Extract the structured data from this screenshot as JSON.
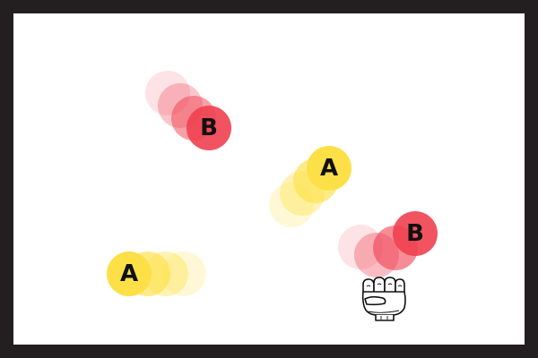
{
  "colors": {
    "frame": "#231f20",
    "field": "#ffffff",
    "team_a": "#fde047",
    "team_b": "#ef4050"
  },
  "balls": [
    {
      "id": "ball-b-top-left",
      "label": "B",
      "team": "b"
    },
    {
      "id": "ball-a-center",
      "label": "A",
      "team": "a"
    },
    {
      "id": "ball-b-bottom-right",
      "label": "B",
      "team": "b"
    },
    {
      "id": "ball-a-bottom-left",
      "label": "A",
      "team": "a"
    }
  ],
  "icons": {
    "fist": "fist-icon"
  }
}
